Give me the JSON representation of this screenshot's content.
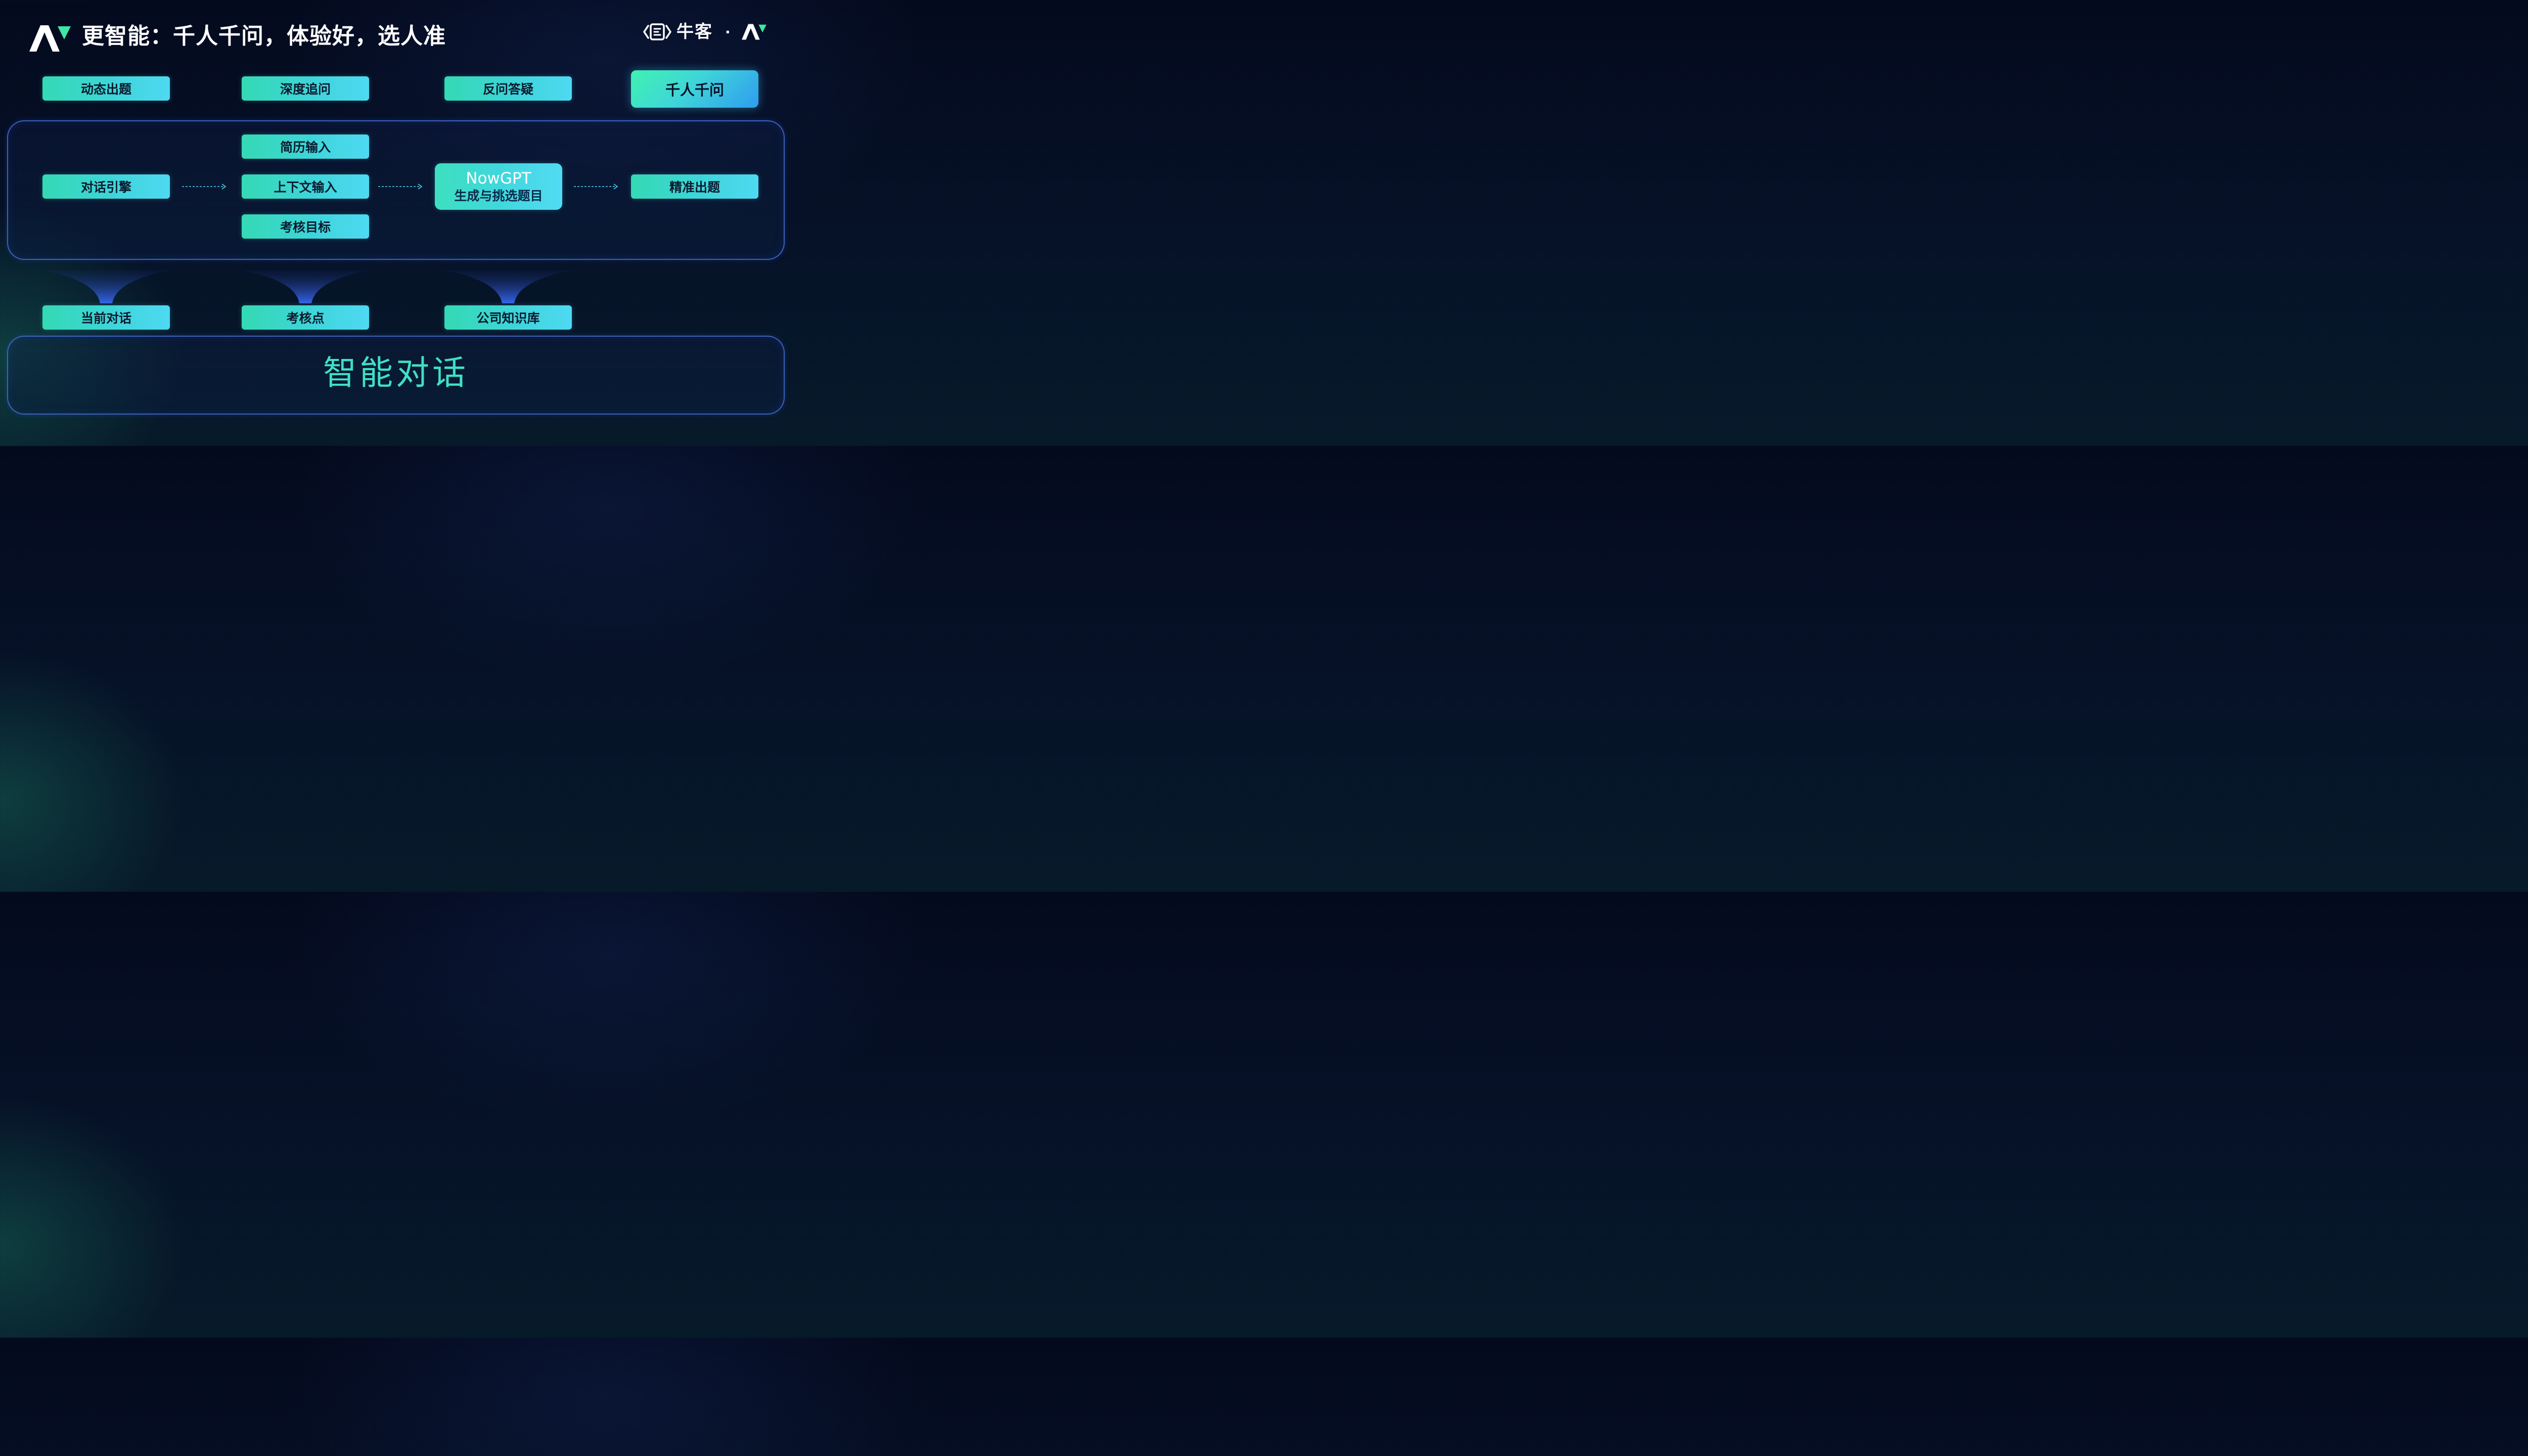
{
  "header": {
    "title": "更智能：千人千问，体验好，选人准",
    "brand_name": "牛客",
    "brand_separator": "·"
  },
  "top_row": [
    "动态出题",
    "深度追问",
    "反问答疑",
    "千人千问"
  ],
  "flow": {
    "source": "对话引擎",
    "inputs": [
      "简历输入",
      "上下文输入",
      "考核目标"
    ],
    "engine_title": "NowGPT",
    "engine_subtitle": "生成与挑选题目",
    "output": "精准出题"
  },
  "bottom_row": [
    "当前对话",
    "考核点",
    "公司知识库"
  ],
  "foundation_label": "智能对话",
  "colors": {
    "background": "#061228",
    "pill_gradient_start": "#34d9b4",
    "pill_gradient_end": "#4ed9f2",
    "highlight_gradient_end": "#2f9cf0",
    "panel_border": "#466ed2",
    "foundation_text": "#3fe0c4",
    "arrow": "#4fd8f0",
    "logo_white": "#ffffff",
    "logo_green": "#3ee6a8"
  }
}
